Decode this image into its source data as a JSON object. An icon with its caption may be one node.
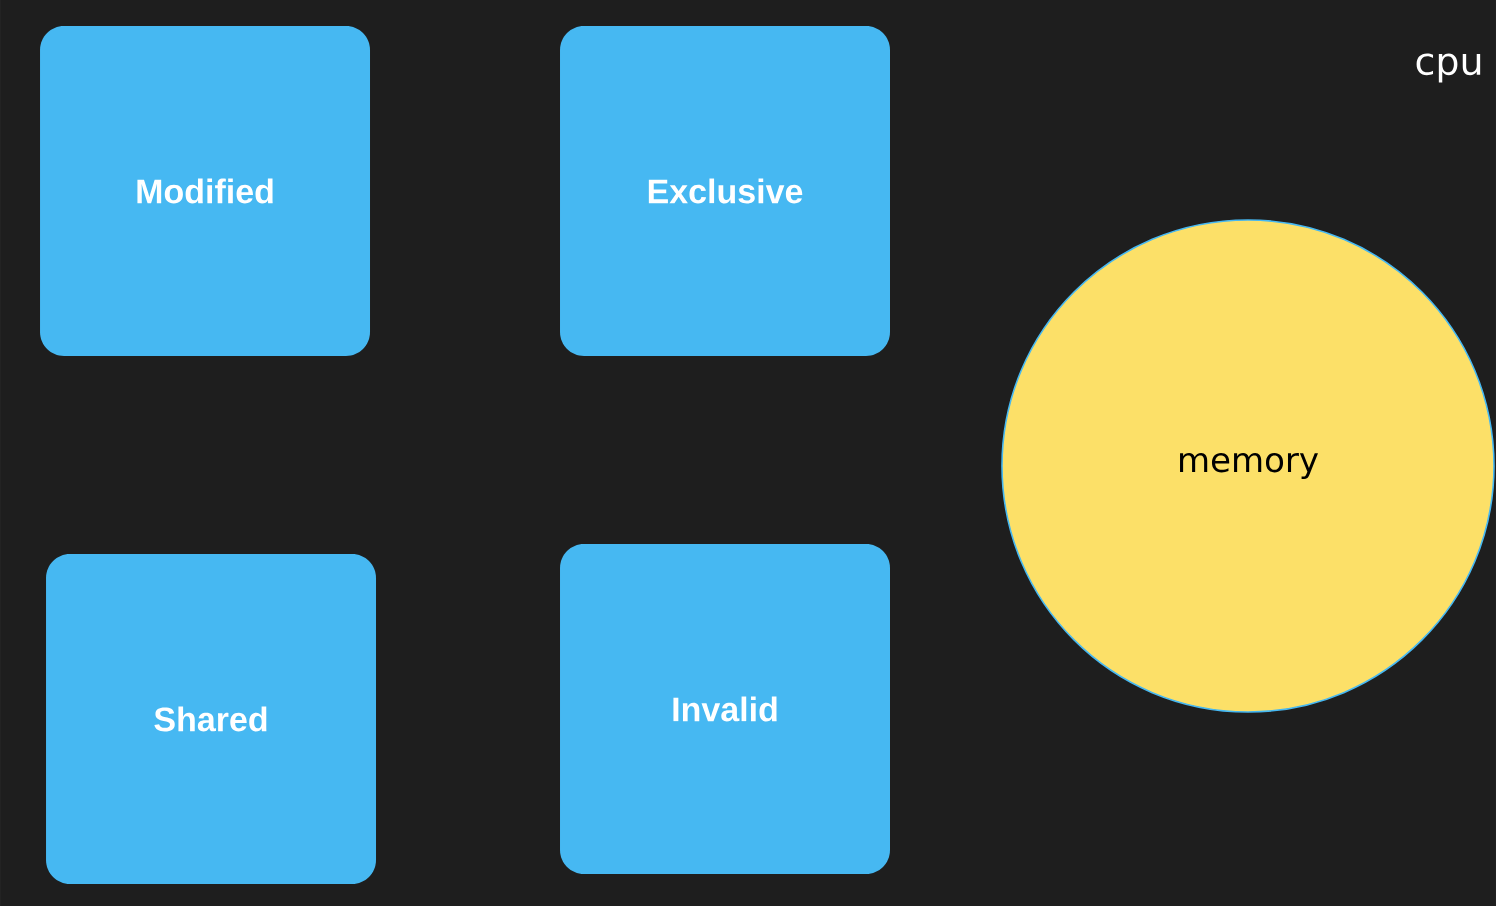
{
  "diagram": {
    "nodes": [
      {
        "text": [
          "Modified"
        ]
      },
      {
        "text": [
          "Exclusive"
        ]
      },
      {
        "text": [
          "Shared"
        ]
      },
      {
        "text": [
          "Invalid"
        ]
      },
      {
        "text": [
          "memory"
        ]
      }
    ],
    "labels": [
      "cpu"
    ]
  }
}
